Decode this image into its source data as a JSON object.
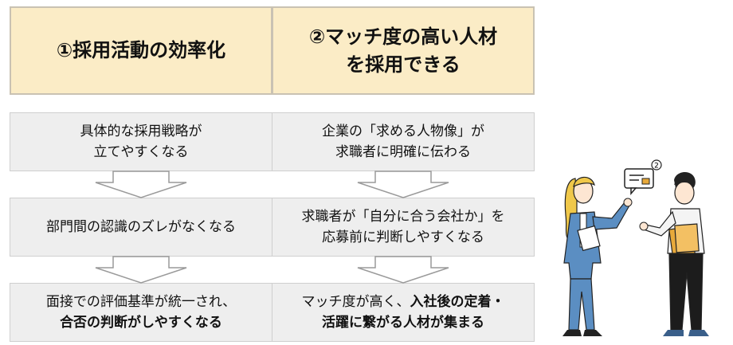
{
  "col1": {
    "header": "①採用活動の効率化",
    "steps": [
      {
        "line1": "具体的な採用戦略が",
        "line2": "立てやすくなる"
      },
      {
        "line1": "部門間の認識のズレがなくなる",
        "line2": ""
      },
      {
        "line1": "面接での評価基準が統一され、",
        "line2_bold": "合否の判断がしやすくなる"
      }
    ]
  },
  "col2": {
    "header_line1": "②マッチ度の高い人材",
    "header_line2": "を採用できる",
    "steps": [
      {
        "line1": "企業の「求める人物像」が",
        "line2": "求職者に明確に伝わる"
      },
      {
        "line1": "求職者が「自分に合う会社か」を",
        "line2": "応募前に判断しやすくなる"
      },
      {
        "line1_plain": "マッチ度が高く、",
        "line1_bold": "入社後の定着・",
        "line2_bold": "活躍に繋がる人材が集まる"
      }
    ]
  },
  "illustration": {
    "bubble_number": "2"
  },
  "colors": {
    "header_bg": "#fbecc6",
    "box_bg": "#eeeeee",
    "arrow_fill": "#ffffff",
    "arrow_stroke": "#9a9a9a",
    "woman_suit": "#5b8ec2",
    "folder": "#e8a93a"
  }
}
